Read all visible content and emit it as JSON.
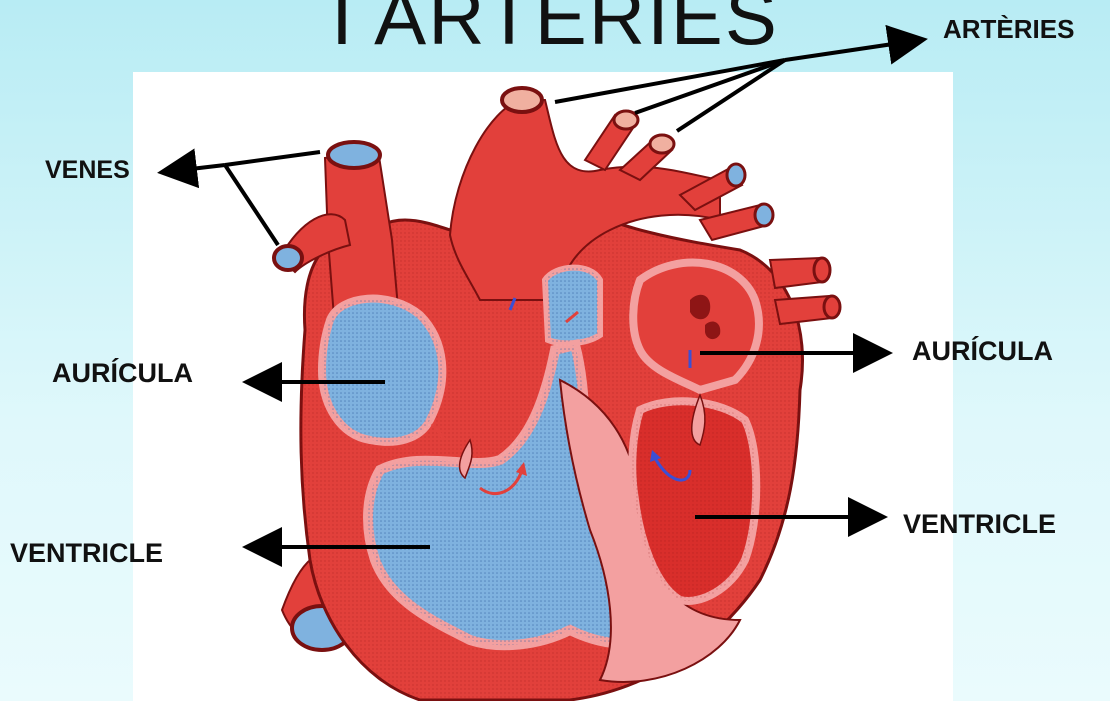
{
  "title": "I ARTÈRIES",
  "labels": {
    "arteries": "ARTÈRIES",
    "veins": "VENES",
    "atrium_left_side": "AURÍCULA",
    "atrium_right_side": "AURÍCULA",
    "ventricle_left_side": "VENTRICLE",
    "ventricle_right_side": "VENTRICLE"
  },
  "colors": {
    "background": "#c8f1f7",
    "muscle": "#e2403b",
    "muscle_dark": "#b5201f",
    "septum": "#f3a0a0",
    "oxygen_poor_blood": "#7fb2df",
    "oxygen_poor_blood_dark": "#2f5d9c",
    "arrow": "#000000"
  },
  "icons": {
    "flow_arrow_red": "red-curved-arrow",
    "flow_arrow_blue": "blue-curved-arrow"
  }
}
